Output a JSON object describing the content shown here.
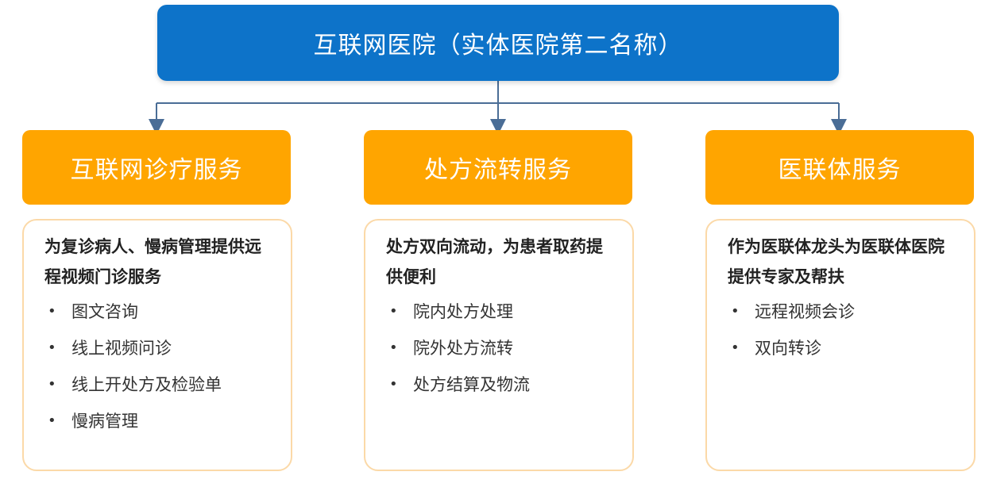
{
  "top": {
    "title": "互联网医院（实体医院第二名称）"
  },
  "columns": [
    {
      "category": "互联网诊疗服务",
      "heading": "为复诊病人、慢病管理提供远程视频门诊服务",
      "items": [
        "图文咨询",
        "线上视频问诊",
        "线上开处方及检验单",
        "慢病管理"
      ]
    },
    {
      "category": "处方流转服务",
      "heading": "处方双向流动，为患者取药提供便利",
      "items": [
        "院内处方处理",
        "院外处方流转",
        "处方结算及物流"
      ]
    },
    {
      "category": "医联体服务",
      "heading": "作为医联体龙头为医联体医院提供专家及帮扶",
      "items": [
        "远程视频会诊",
        "双向转诊"
      ]
    }
  ],
  "colors": {
    "top_box": "#0d73c9",
    "category_box": "#ffa500",
    "detail_border": "#fbd9a8",
    "connector": "#4a6d96"
  },
  "bullet_symbol": "•"
}
